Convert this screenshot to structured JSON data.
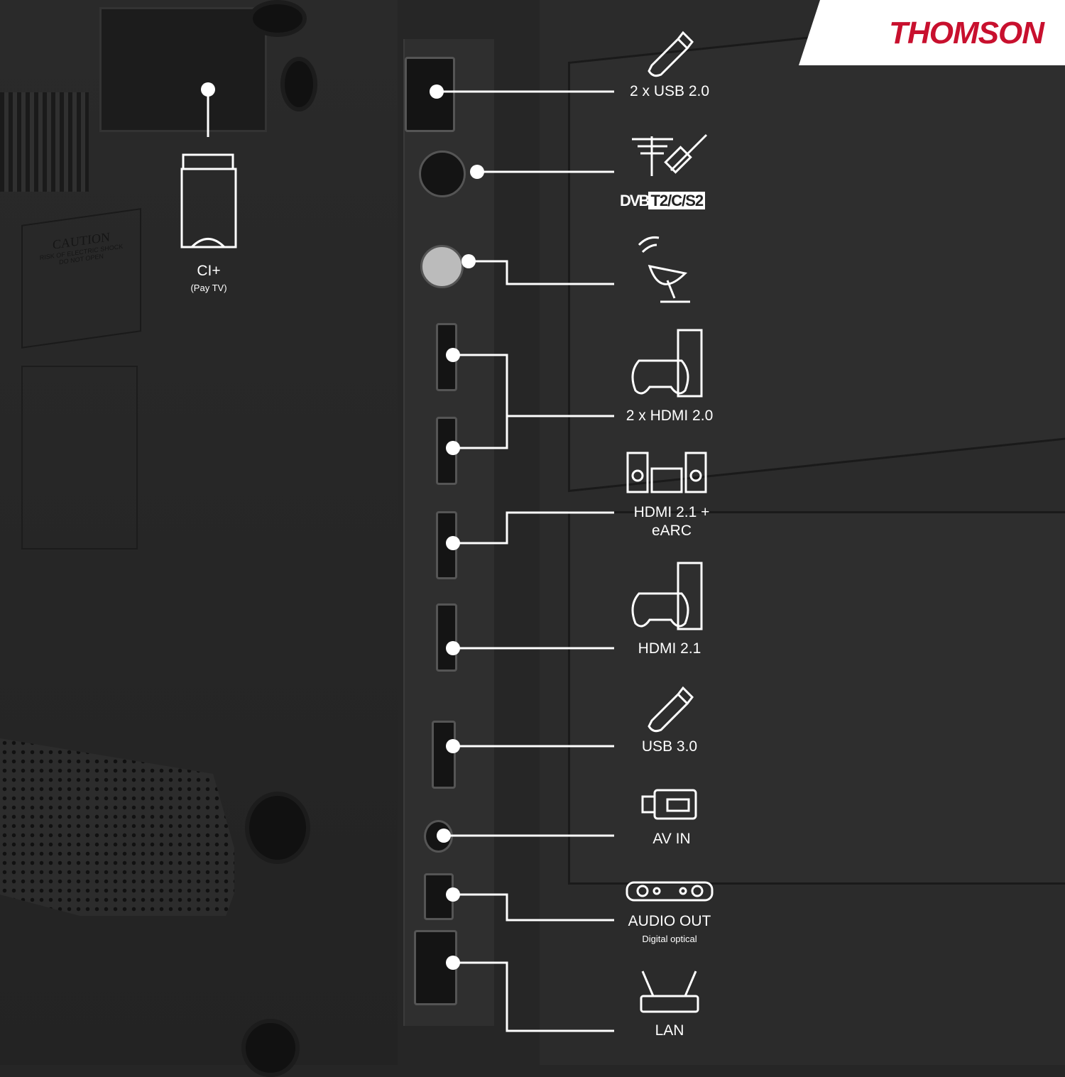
{
  "brand": {
    "logo_text": "THOMSON",
    "color": "#c8102e"
  },
  "caution_label": {
    "title": "CAUTION",
    "line1": "RISK OF ELECTRIC SHOCK",
    "line2": "DO NOT OPEN"
  },
  "ports": [
    {
      "id": "ci",
      "label": "CI+",
      "sub": "(Pay TV)",
      "icon": "ci-card-icon"
    },
    {
      "id": "usb2",
      "label": "2 x USB 2.0",
      "icon": "usb-stick-icon"
    },
    {
      "id": "antenna",
      "label": "DVB T2/C/S2",
      "icon": "antenna-cable-icon"
    },
    {
      "id": "satellite",
      "label": "",
      "icon": "satellite-dish-icon"
    },
    {
      "id": "hdmi20",
      "label": "2 x HDMI 2.0",
      "icon": "game-console-icon"
    },
    {
      "id": "hdmi21earc",
      "label": "HDMI 2.1 +",
      "label2": "eARC",
      "icon": "home-theater-icon"
    },
    {
      "id": "hdmi21",
      "label": "HDMI 2.1",
      "icon": "game-console-icon"
    },
    {
      "id": "usb3",
      "label": "USB 3.0",
      "icon": "usb-stick-icon"
    },
    {
      "id": "avin",
      "label": "AV IN",
      "icon": "camcorder-icon"
    },
    {
      "id": "audio",
      "label": "AUDIO OUT",
      "sub": "Digital optical",
      "icon": "soundbar-icon"
    },
    {
      "id": "lan",
      "label": "LAN",
      "icon": "router-icon"
    }
  ],
  "dvb": {
    "logo": "DVB",
    "standards": "T2/C/S2"
  },
  "line_color": "#ffffff"
}
